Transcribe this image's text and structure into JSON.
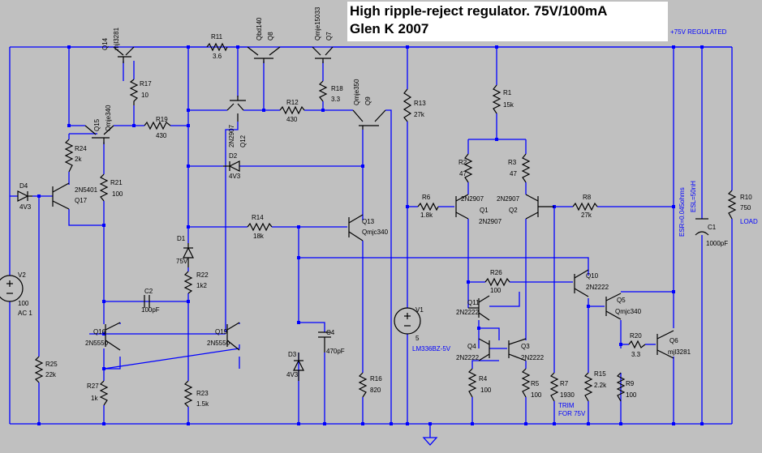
{
  "title": {
    "line1": "High ripple-reject regulator. 75V/100mA",
    "line2": "Glen K   2007"
  },
  "nets": {
    "output": "+75V REGULATED"
  },
  "parts": {
    "Q14": {
      "ref": "Q14",
      "model": "mjl3281"
    },
    "Q15": {
      "ref": "Q15",
      "model": "Qmje340"
    },
    "Q17": {
      "ref": "Q17",
      "model": "2N5401"
    },
    "Q8": {
      "ref": "Q8",
      "model": "Qbd140"
    },
    "Q7": {
      "ref": "Q7",
      "model": "Qmje15033"
    },
    "Q9": {
      "ref": "Q9",
      "model": "Qmje350"
    },
    "Q12": {
      "ref": "Q12",
      "model": "2N2907"
    },
    "Q13": {
      "ref": "Q13",
      "model": "Qmjc340"
    },
    "Q16": {
      "ref": "Q16",
      "model": "2N5550"
    },
    "Q19": {
      "ref": "Q19",
      "model": "2N5550"
    },
    "Q1": {
      "ref": "Q1",
      "model": "2N2907"
    },
    "Q2": {
      "ref": "Q2",
      "model": "2N2907"
    },
    "Q11": {
      "ref": "Q11",
      "model": "2N2222"
    },
    "Q4": {
      "ref": "Q4",
      "model": "2N2222"
    },
    "Q3": {
      "ref": "Q3",
      "model": "2N2222"
    },
    "Q10": {
      "ref": "Q10",
      "model": "2N2222"
    },
    "Q5": {
      "ref": "Q5",
      "model": "Qmjc340"
    },
    "Q6": {
      "ref": "Q6",
      "model": "mjl3281"
    },
    "R11": {
      "ref": "R11",
      "value": "3.6"
    },
    "R17": {
      "ref": "R17",
      "value": "10"
    },
    "R19": {
      "ref": "R19",
      "value": "430"
    },
    "R24": {
      "ref": "R24",
      "value": "2k"
    },
    "R21": {
      "ref": "R21",
      "value": "100"
    },
    "R18": {
      "ref": "R18",
      "value": "3.3"
    },
    "R12": {
      "ref": "R12",
      "value": "430"
    },
    "R13": {
      "ref": "R13",
      "value": "27k"
    },
    "R1": {
      "ref": "R1",
      "value": "15k"
    },
    "R2": {
      "ref": "R2",
      "value": "47"
    },
    "R3": {
      "ref": "R3",
      "value": "47"
    },
    "R6": {
      "ref": "R6",
      "value": "1.8k"
    },
    "R8": {
      "ref": "R8",
      "value": "27k"
    },
    "R10": {
      "ref": "R10",
      "value": "750"
    },
    "R14": {
      "ref": "R14",
      "value": "18k"
    },
    "R22": {
      "ref": "R22",
      "value": "1k2"
    },
    "R26": {
      "ref": "R26",
      "value": "100"
    },
    "R25": {
      "ref": "R25",
      "value": "22k"
    },
    "R27": {
      "ref": "R27",
      "value": "1k"
    },
    "R23": {
      "ref": "R23",
      "value": "1.5k"
    },
    "R16": {
      "ref": "R16",
      "value": "820"
    },
    "R4": {
      "ref": "R4",
      "value": "100"
    },
    "R5": {
      "ref": "R5",
      "value": "100"
    },
    "R7": {
      "ref": "R7",
      "value": "1930",
      "note1": "TRIM",
      "note2": "FOR 75V"
    },
    "R15": {
      "ref": "R15",
      "value": "2.2k"
    },
    "R9": {
      "ref": "R9",
      "value": "100"
    },
    "R20": {
      "ref": "R20",
      "value": "3.3"
    },
    "D1": {
      "ref": "D1",
      "value": "75V"
    },
    "D2": {
      "ref": "D2",
      "value": "4V3"
    },
    "D3": {
      "ref": "D3",
      "value": "4V3"
    },
    "D4": {
      "ref": "D4",
      "value": "4V3"
    },
    "C1": {
      "ref": "C1",
      "value": "1000pF",
      "esr": "ESR=0.045ohms",
      "esl": "ESL=50nH"
    },
    "C2": {
      "ref": "C2",
      "value": "100pF"
    },
    "C4": {
      "ref": "C4",
      "value": "470pF"
    },
    "V1": {
      "ref": "V1",
      "value": "5",
      "model": "LM336BZ-5V"
    },
    "V2": {
      "ref": "V2",
      "value": "100",
      "ac": "AC 1"
    },
    "LOAD": {
      "label": "LOAD"
    }
  }
}
